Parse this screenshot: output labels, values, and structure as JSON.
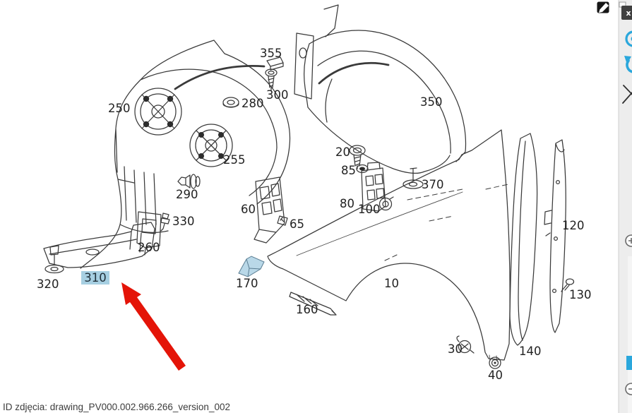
{
  "viewer": {
    "footer": {
      "image_id_text": "ID zdjęcia: drawing_PV000.002.966.266_version_002"
    },
    "selected_part": "310",
    "colors": {
      "line": "#3a3a3a",
      "accent_blue": "#2aa7dc",
      "selection_highlight": "#a7cfe2",
      "highlighted_part_fill": "#b9d8e8",
      "arrow_red": "#e41408",
      "panel_bg": "#ededed"
    },
    "icons": {
      "edit_icon": "edit-pencil",
      "close_x_label": "x"
    }
  },
  "side_toolbar": {
    "icons": [
      {
        "name": "panel-close-window"
      },
      {
        "name": "target-bullseye"
      },
      {
        "name": "rotate-counterclockwise"
      },
      {
        "name": "cross-delete"
      },
      {
        "name": "zoom-in"
      },
      {
        "name": "active-tool-square"
      },
      {
        "name": "zoom-out"
      }
    ]
  },
  "diagram": {
    "part_labels": [
      {
        "text": "250"
      },
      {
        "text": "355"
      },
      {
        "text": "300"
      },
      {
        "text": "280"
      },
      {
        "text": "350"
      },
      {
        "text": "255"
      },
      {
        "text": "290"
      },
      {
        "text": "330"
      },
      {
        "text": "260"
      },
      {
        "text": "320"
      },
      {
        "text": "310"
      },
      {
        "text": "60"
      },
      {
        "text": "65"
      },
      {
        "text": "20"
      },
      {
        "text": "85"
      },
      {
        "text": "80"
      },
      {
        "text": "100"
      },
      {
        "text": "370"
      },
      {
        "text": "170"
      },
      {
        "text": "160"
      },
      {
        "text": "10"
      },
      {
        "text": "120"
      },
      {
        "text": "130"
      },
      {
        "text": "140"
      },
      {
        "text": "30"
      },
      {
        "text": "40"
      }
    ]
  }
}
